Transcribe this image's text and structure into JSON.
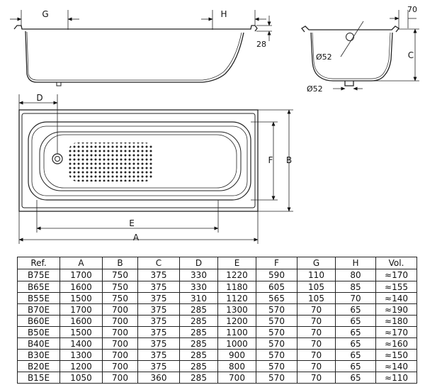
{
  "labels": {
    "g": "G",
    "h": "H",
    "d": "D",
    "e": "E",
    "a": "A",
    "f": "F",
    "b": "B",
    "c": "C",
    "dim_70": "70",
    "dim_28": "28",
    "phi_overflow": "Ø52",
    "phi_drain": "Ø52"
  },
  "table": {
    "headers": [
      "Ref.",
      "A",
      "B",
      "C",
      "D",
      "E",
      "F",
      "G",
      "H",
      "Vol."
    ],
    "rows": [
      [
        "B75E",
        "1700",
        "750",
        "375",
        "330",
        "1220",
        "590",
        "110",
        "80",
        "≈170"
      ],
      [
        "B65E",
        "1600",
        "750",
        "375",
        "330",
        "1180",
        "605",
        "105",
        "85",
        "≈155"
      ],
      [
        "B55E",
        "1500",
        "750",
        "375",
        "310",
        "1120",
        "565",
        "105",
        "70",
        "≈140"
      ],
      [
        "B70E",
        "1700",
        "700",
        "375",
        "285",
        "1300",
        "570",
        "70",
        "65",
        "≈190"
      ],
      [
        "B60E",
        "1600",
        "700",
        "375",
        "285",
        "1200",
        "570",
        "70",
        "65",
        "≈180"
      ],
      [
        "B50E",
        "1500",
        "700",
        "375",
        "285",
        "1100",
        "570",
        "70",
        "65",
        "≈170"
      ],
      [
        "B40E",
        "1400",
        "700",
        "375",
        "285",
        "1000",
        "570",
        "70",
        "65",
        "≈160"
      ],
      [
        "B30E",
        "1300",
        "700",
        "375",
        "285",
        "900",
        "570",
        "70",
        "65",
        "≈150"
      ],
      [
        "B20E",
        "1200",
        "700",
        "375",
        "285",
        "800",
        "570",
        "70",
        "65",
        "≈140"
      ],
      [
        "B15E",
        "1050",
        "700",
        "360",
        "285",
        "700",
        "570",
        "70",
        "65",
        "≈110"
      ]
    ]
  }
}
